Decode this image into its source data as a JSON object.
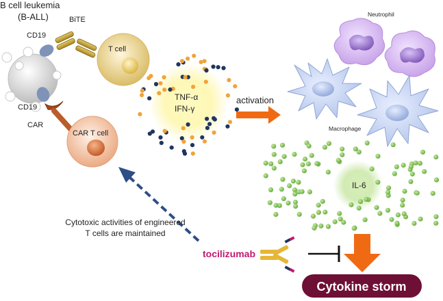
{
  "labels": {
    "title_line1": "B cell leukemia",
    "title_line2": "(B-ALL)",
    "bite": "BiTE",
    "cd19_top": "CD19",
    "cd19_bottom": "CD19",
    "car": "CAR",
    "t_cell": "T cell",
    "car_t_cell": "CAR T cell",
    "tnf": "TNF-α",
    "ifn": "IFN-γ",
    "activation": "activation",
    "neutrophil": "Neutrophil",
    "macrophage": "Macrophage",
    "il6": "IL-6",
    "cytotoxic_line1": "Cytotoxic activities of engineered",
    "cytotoxic_line2": "T cells are maintained",
    "tocilizumab": "tocilizumab",
    "cytokine_storm": "Cytokine storm"
  },
  "colors": {
    "tocilizumab_text": "#c0186e",
    "storm_box": "#6e0f35",
    "activation_arrow": "#f06a14",
    "dashed_arrow": "#2e4f86",
    "il6_dot": "#7fbf50",
    "dot_orange": "#f2a33a",
    "dot_navy": "#1f3660"
  }
}
